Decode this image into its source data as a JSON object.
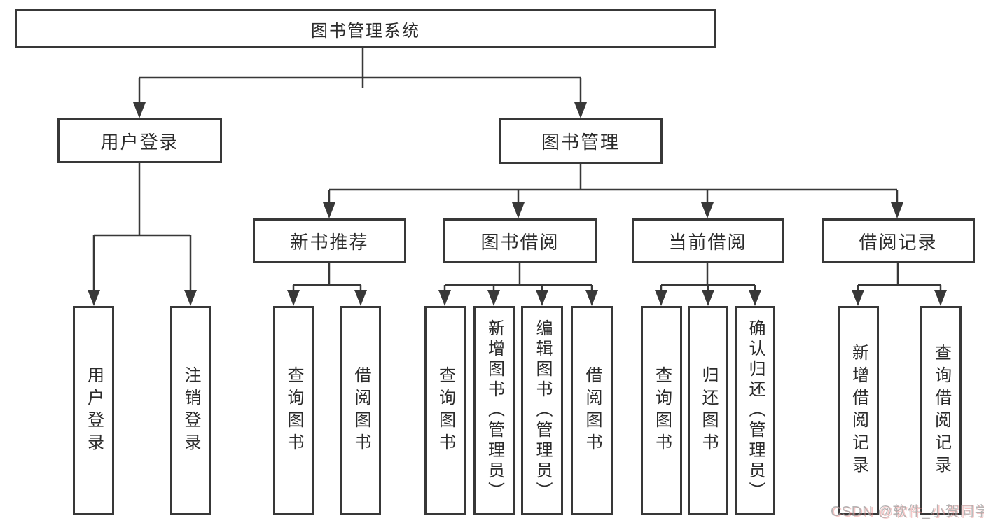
{
  "diagram": {
    "root": {
      "label": "图书管理系统"
    },
    "nodes": [
      {
        "label": "用户登录",
        "children": [
          {
            "label": "用户登录"
          },
          {
            "label": "注销登录"
          }
        ]
      },
      {
        "label": "图书管理",
        "children": [
          {
            "label": "新书推荐",
            "children": [
              {
                "label": "查询图书"
              },
              {
                "label": "借阅图书"
              }
            ]
          },
          {
            "label": "图书借阅",
            "children": [
              {
                "label": "查询图书"
              },
              {
                "label": "新增图书（管理员）"
              },
              {
                "label": "编辑图书（管理员）"
              },
              {
                "label": "借阅图书"
              }
            ]
          },
          {
            "label": "当前借阅",
            "children": [
              {
                "label": "查询图书"
              },
              {
                "label": "归还图书"
              },
              {
                "label": "确认归还（管理员）"
              }
            ]
          },
          {
            "label": "借阅记录",
            "children": [
              {
                "label": "新增借阅记录"
              },
              {
                "label": "查询借阅记录"
              }
            ]
          }
        ]
      }
    ]
  },
  "watermark": {
    "text": "CSDN @软件_小贺同学"
  },
  "colors": {
    "line": "#383838",
    "box_border": "#383838",
    "box_fill": "#ffffff",
    "text": "#2b2b2b",
    "background": "#ffffff",
    "watermark_gray": "#9e9e9e",
    "watermark_red": "#eb8282"
  }
}
